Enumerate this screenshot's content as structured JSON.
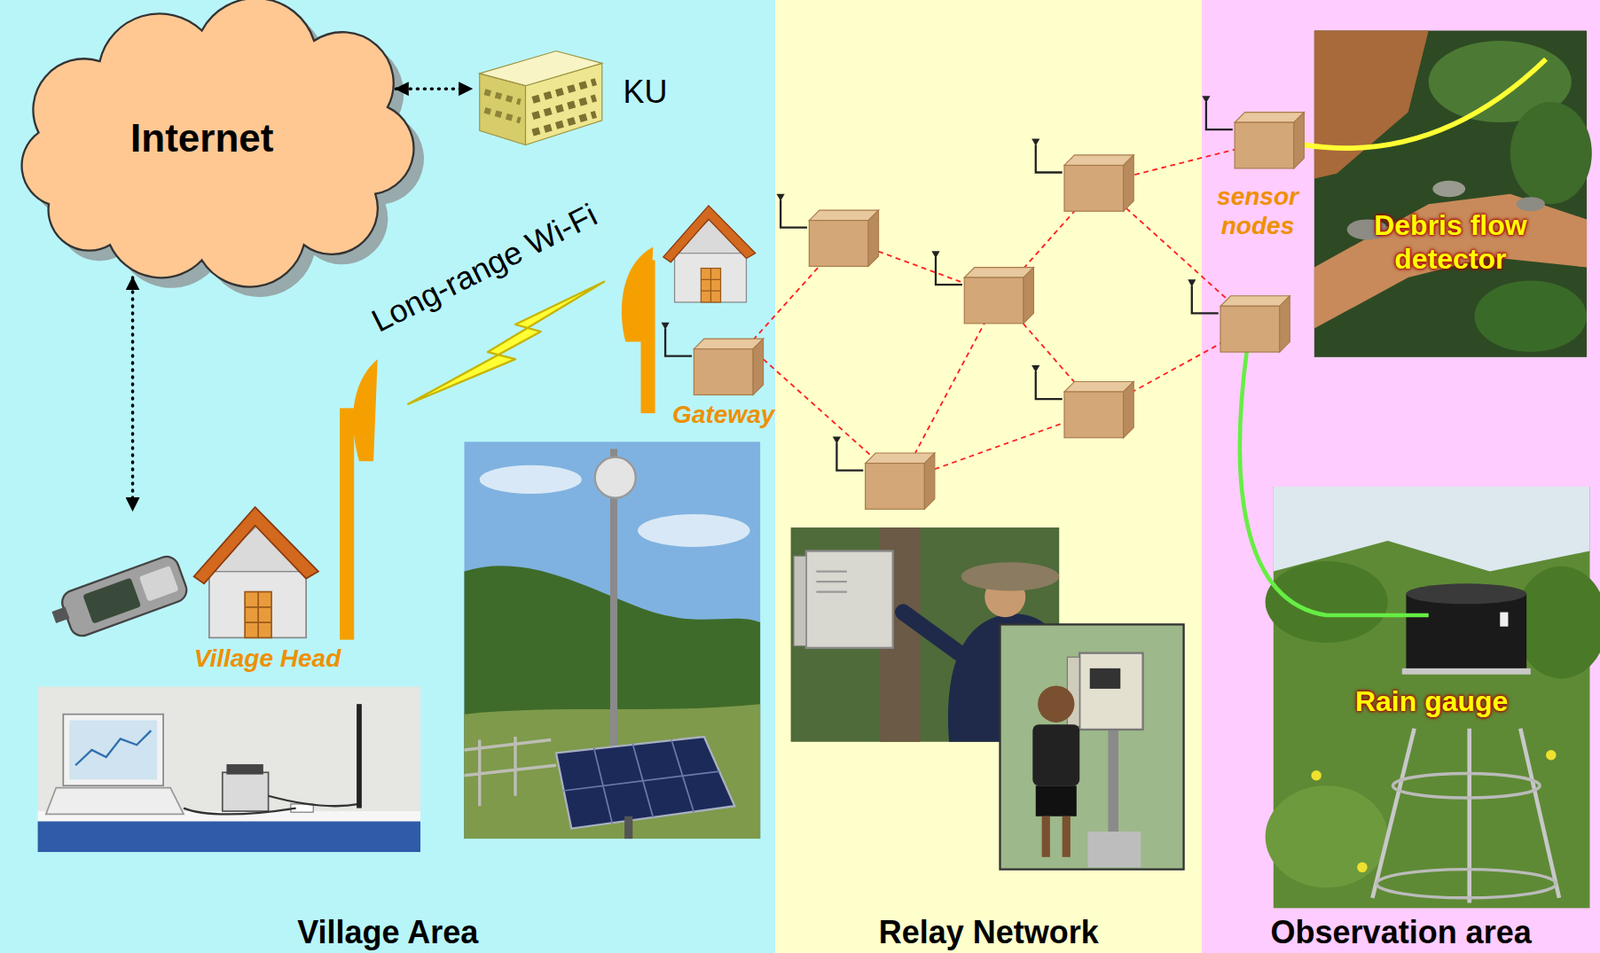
{
  "diagram": {
    "nodes": [
      {
        "text": [
          "Village Area"
        ]
      },
      {
        "text": [
          "Internet"
        ],
        "in": 0
      },
      {
        "text": [
          "KU"
        ],
        "in": 0
      },
      {
        "text": [
          "Village Head"
        ],
        "in": 0
      },
      {
        "text": [
          "Gateway"
        ],
        "in": 0
      },
      {
        "text": [
          "Relay Network"
        ]
      },
      {
        "text": [
          "Observation area"
        ]
      },
      {
        "text": [
          "Debris flow detector"
        ],
        "in": 6
      },
      {
        "text": [
          "Rain gauge"
        ],
        "in": 6
      }
    ],
    "edges": [
      {
        "from": 1,
        "to": 2,
        "arrow": "both"
      },
      {
        "from": 1,
        "to": 3,
        "arrow": "both"
      }
    ],
    "labels": [
      "Long-range Wi-Fi",
      "sensor nodes"
    ]
  }
}
